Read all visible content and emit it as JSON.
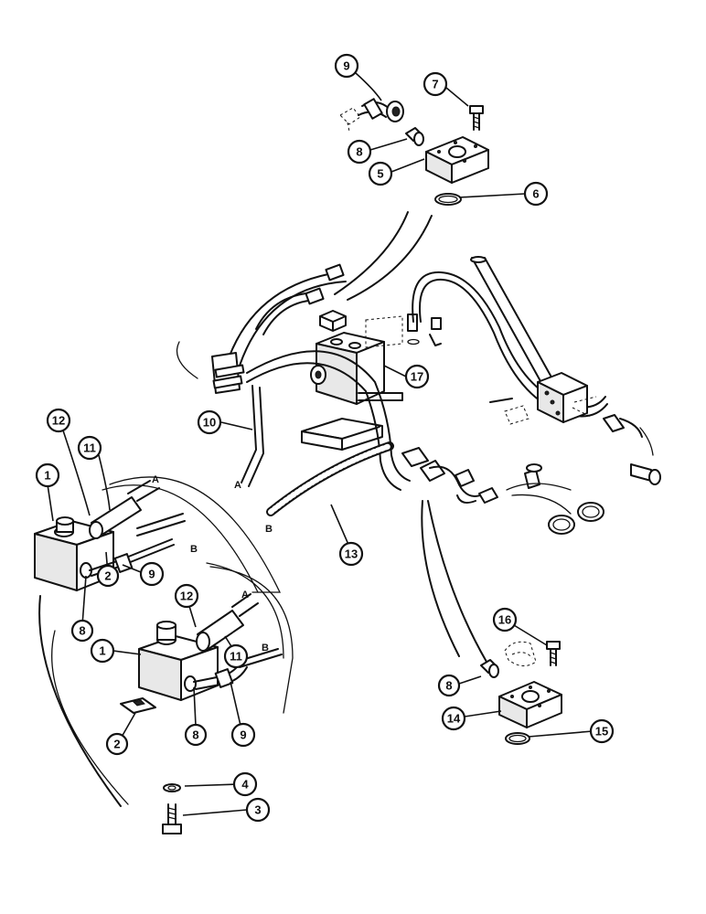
{
  "callouts": [
    {
      "id": "c9a",
      "label": "9"
    },
    {
      "id": "c7",
      "label": "7"
    },
    {
      "id": "c8a",
      "label": "8"
    },
    {
      "id": "c5",
      "label": "5"
    },
    {
      "id": "c6",
      "label": "6"
    },
    {
      "id": "c17",
      "label": "17"
    },
    {
      "id": "c10",
      "label": "10"
    },
    {
      "id": "c12a",
      "label": "12"
    },
    {
      "id": "c11a",
      "label": "11"
    },
    {
      "id": "c1a",
      "label": "1"
    },
    {
      "id": "c2a",
      "label": "2"
    },
    {
      "id": "c9b",
      "label": "9"
    },
    {
      "id": "c8b",
      "label": "8"
    },
    {
      "id": "c12b",
      "label": "12"
    },
    {
      "id": "c11b",
      "label": "11"
    },
    {
      "id": "c1b",
      "label": "1"
    },
    {
      "id": "c13",
      "label": "13"
    },
    {
      "id": "c2b",
      "label": "2"
    },
    {
      "id": "c8c",
      "label": "8"
    },
    {
      "id": "c9c",
      "label": "9"
    },
    {
      "id": "c4",
      "label": "4"
    },
    {
      "id": "c3",
      "label": "3"
    },
    {
      "id": "c16",
      "label": "16"
    },
    {
      "id": "c8d",
      "label": "8"
    },
    {
      "id": "c14",
      "label": "14"
    },
    {
      "id": "c15",
      "label": "15"
    }
  ],
  "hose_tags": {
    "a_left": "A",
    "b_left": "B",
    "a_valve1": "A",
    "b_valve1": "B",
    "a_valve2": "A",
    "b_valve2": "B"
  }
}
